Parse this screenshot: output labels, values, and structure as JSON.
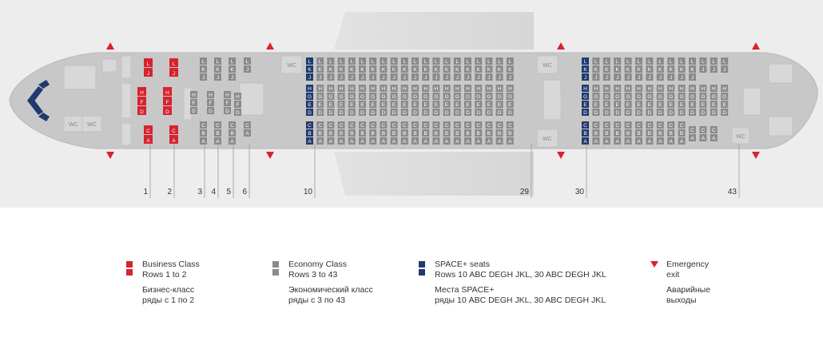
{
  "row_labels": [
    "1",
    "2",
    "3",
    "4",
    "5",
    "6",
    "10",
    "29",
    "30",
    "43"
  ],
  "wc_label": "WC",
  "seat_letters": {
    "business_upper": [
      "L",
      "J"
    ],
    "business_middle": [
      "H",
      "F",
      "D"
    ],
    "business_lower": [
      "C",
      "A"
    ],
    "economy_upper": [
      "L",
      "K",
      "J"
    ],
    "economy_middle_front": [
      "H",
      "F",
      "D"
    ],
    "economy_middle": [
      "H",
      "G",
      "E",
      "D"
    ],
    "economy_lower": [
      "C",
      "B",
      "A"
    ]
  },
  "colors": {
    "business": "#d8222f",
    "economy": "#8a8a8a",
    "space_plus": "#1f3a6e",
    "emergency": "#d8222f",
    "fuselage": "#c8c8c8",
    "background": "#ededed"
  },
  "legend": {
    "business": {
      "title": "Business Class",
      "rows": "Rows 1 to 2",
      "title_ru": "Бизнес-класс",
      "rows_ru": "ряды с 1 по 2"
    },
    "economy": {
      "title": "Economy Class",
      "rows": "Rows 3 to 43",
      "title_ru": "Экономический класс",
      "rows_ru": "ряды с 3 по 43"
    },
    "space_plus": {
      "title": "SPACE+ seats",
      "rows": "Rows 10 ABC DEGH JKL, 30 ABC DEGH JKL",
      "title_ru": "Места SPACE+",
      "rows_ru": "ряды 10 ABC DEGH JKL, 30 ABC DEGH JKL"
    },
    "emergency": {
      "title": "Emergency",
      "rows": "exit",
      "title_ru": "Аварийные",
      "rows_ru": "выходы"
    }
  }
}
